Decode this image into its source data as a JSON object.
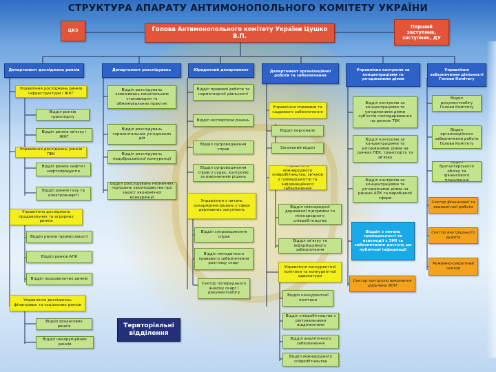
{
  "title": "СТРУКТУРА АПАРАТУ АНТИМОНОПОЛЬНОГО КОМІТЕТУ УКРАЇНИ",
  "top": {
    "left": "ЦКЗ",
    "head": "Голова Антимонопольного комітету України Цушко В.П.",
    "right": "Перший заступник, заступник, ДУ"
  },
  "departments": [
    "Департамент досліджень ринків",
    "Департамент розслідувань",
    "Юридичний департамент",
    "Департамент організаційної роботи та забезпечення",
    "Управління контролю за концентраціями та узгодженими діями",
    "Управління забезпечення діяльності Голови Комітету"
  ],
  "col1": [
    "Управління досліджень ринків інфраструктури і ЖКГ",
    "Відділ ринків транспорту",
    "Відділ ринків зв'язку і ЖКГ",
    "Управління досліджень ринків ПЕК",
    "Відділ ринків нафти і нафтопродуктів",
    "Відділ ринків газу та електроенергії",
    "Управління досліджень продовольчих та аграрних ринків",
    "Відділ ринків промисловості",
    "Відділ ринків АПК",
    "Відділ продовольчих ринків",
    "Управління досліджень фінансових та соціальних ринків",
    "Відділ фінансових ринків",
    "Відділ некорупційних ринків"
  ],
  "col2": [
    "Відділ розслідувань зловживань монопольним становищем та обмежувальних практик",
    "Відділ розслідувань горизонтальних узгоджених дій",
    "Відділ розслідувань недобросовісної конкуренції",
    "Відділ розслідувань незначних порушень законодавства про захист економічної конкуренції"
  ],
  "col3": [
    "Відділ правової роботи та нормотворчої діяльності",
    "Відділ експертизи рішень",
    "Відділ супроводження справ",
    "Відділ супроводження справ у судах, контролю за виконанням рішень",
    "Управління з питань оскарження рішень у сфері державних закупівель",
    "Відділ супроводження справ",
    "Відділ методичного правового забезпечення розгляду скарг",
    "Сектор попереднього аналізу скарг і документообігу"
  ],
  "col4": [
    "Управління справами та кадрового забезпечення",
    "Відділ персоналу",
    "Загальний відділ",
    "Управління міжнародного співробітництва, зв'язків з громадськістю та інформаційного забезпечення",
    "Відділ міжнародної державної підтримки та міжнародного співробітництва",
    "Відділ зв'язку та інформаційного забезпечення",
    "Управління конкурентної політики та конкурентної адвокатури",
    "Відділ конкурентної політики",
    "Відділ співробітництва з регіональними відділеннями",
    "Відділ аналітичного забезпечення",
    "Відділ міжнародного співробітництва"
  ],
  "col5": [
    "Відділ контролю за концентраціями та узгодженими діями суб'єктів господарювання на ринках ТЕК",
    "Відділ контролю за концентраціями та узгодженими діями на ринках ПЕК, транспорту та зв'язку",
    "Відділ контролю за концентраціями та узгодженими діями на ринках АПК та виробничої сфери",
    "Відділ з питань громадськості та взаємодії з ЗМІ та забезпечення доступу до публічної інформації",
    "Сектор контролю виконання доручень ВОП"
  ],
  "col6": [
    "Відділ документообігу Голови Комітету",
    "Відділ організаційного забезпечення роботи Голови Комітету",
    "Відділ бухгалтерського обліку та фінансового планування",
    "Сектор фінансової та економічної роботи",
    "Сектор внутрішнього аудиту",
    "Режимно-секретний сектор"
  ],
  "territorial": "Територіальні відділення"
}
